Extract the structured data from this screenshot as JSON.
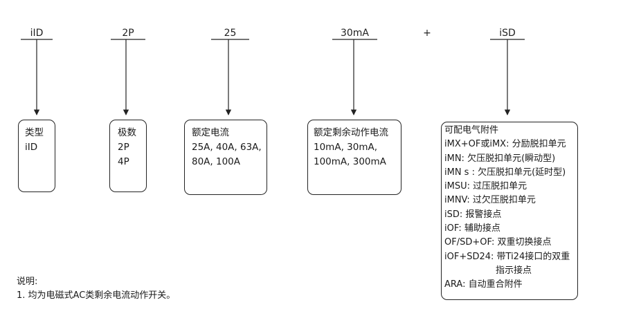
{
  "labels": {
    "type": "iID",
    "poles": "2P",
    "rating": "25",
    "sensitivity": "30mA",
    "plus": "+",
    "accessory": "iSD"
  },
  "boxes": {
    "type": {
      "title": "类型",
      "items": [
        "iID"
      ]
    },
    "poles": {
      "title": "极数",
      "items": [
        "2P",
        "4P"
      ]
    },
    "rating": {
      "title": "额定电流",
      "items": [
        "25A, 40A, 63A,",
        "80A, 100A"
      ]
    },
    "sensitivity": {
      "title": "额定剩余动作电流",
      "items": [
        "10mA, 30mA,",
        "100mA, 300mA"
      ]
    }
  },
  "accessories": {
    "title": "可配电气附件",
    "items": [
      "iMX+OF或iMX: 分励脱扣单元",
      "iMN: 欠压脱扣单元(瞬动型)",
      "iMN s : 欠压脱扣单元(延时型)",
      "iMSU: 过压脱扣单元",
      "iMNV: 过欠压脱扣单元",
      "iSD: 报警接点",
      "iOF: 辅助接点",
      "OF/SD+OF: 双重切换接点",
      "iOF+SD24: 带Ti24接口的双重",
      "指示接点",
      "ARA: 自动重合附件"
    ]
  },
  "notes": {
    "heading": "说明:",
    "lines": [
      "1. 均为电磁式AC类剩余电流动作开关。"
    ]
  },
  "colors": {
    "line": "#222222",
    "text": "#1a1a1a"
  }
}
